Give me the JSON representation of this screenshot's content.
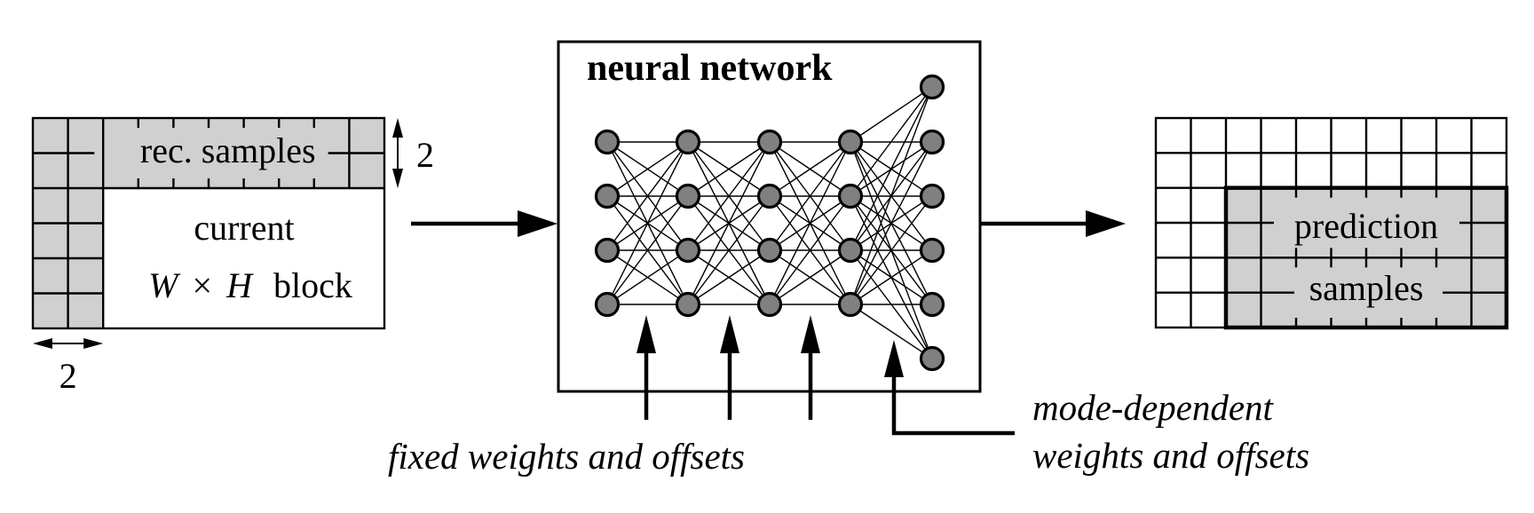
{
  "diagram": {
    "type": "neural-network-intra-prediction",
    "colors": {
      "shaded_cell": "#d0d0d0",
      "node_fill": "#808080",
      "line": "#000000",
      "background": "#ffffff"
    },
    "input_block": {
      "columns": 10,
      "rows": 6,
      "reference_width_cells": 2,
      "top_label": "rec. samples",
      "current_label_line1": "current",
      "current_label_w": "W",
      "current_label_times": "×",
      "current_label_h": "H",
      "current_label_block": "block",
      "vertical_dimension_label": "2",
      "horizontal_dimension_label": "2"
    },
    "network": {
      "title": "neural network",
      "hidden_columns": 4,
      "nodes_per_hidden_column": 4,
      "output_nodes": 6,
      "fixed_label": "fixed weights and offsets",
      "mode_label_line1": "mode-dependent",
      "mode_label_line2": "weights and offsets"
    },
    "output_block": {
      "columns": 10,
      "rows": 6,
      "prediction_offset_cells": 2,
      "label_line1": "prediction",
      "label_line2": "samples"
    }
  }
}
